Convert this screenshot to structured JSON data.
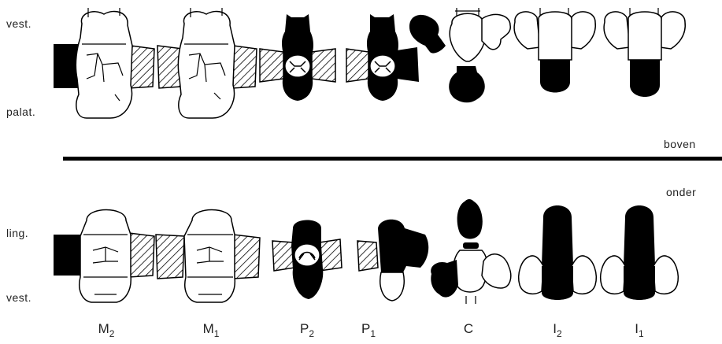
{
  "labels": {
    "vest_top": "vest.",
    "palat": "palat.",
    "boven": "boven",
    "onder": "onder",
    "ling": "ling.",
    "vest_bottom": "vest."
  },
  "teeth": [
    {
      "letter": "M",
      "sub": "2"
    },
    {
      "letter": "M",
      "sub": "1"
    },
    {
      "letter": "P",
      "sub": "2"
    },
    {
      "letter": "P",
      "sub": "1"
    },
    {
      "letter": "C",
      "sub": ""
    },
    {
      "letter": "I",
      "sub": "2"
    },
    {
      "letter": "I",
      "sub": "1"
    }
  ],
  "colors": {
    "ink": "#000000",
    "paper": "#ffffff"
  }
}
